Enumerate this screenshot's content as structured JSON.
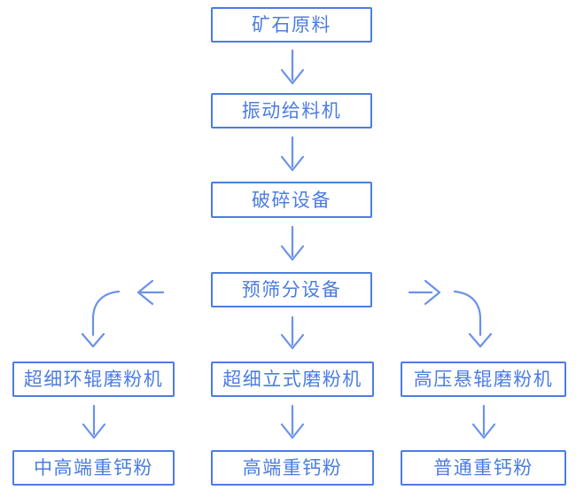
{
  "diagram": {
    "type": "flowchart",
    "nodes": {
      "ore": {
        "label": "矿石原料"
      },
      "feeder": {
        "label": "振动给料机"
      },
      "crusher": {
        "label": "破碎设备"
      },
      "screen": {
        "label": "预筛分设备"
      },
      "mill_left": {
        "label": "超细环辊磨粉机"
      },
      "mill_center": {
        "label": "超细立式磨粉机"
      },
      "mill_right": {
        "label": "高压悬辊磨粉机"
      },
      "powder_left": {
        "label": "中高端重钙粉"
      },
      "powder_center": {
        "label": "高端重钙粉"
      },
      "powder_right": {
        "label": "普通重钙粉"
      }
    },
    "edges": [
      {
        "from": "ore",
        "to": "feeder"
      },
      {
        "from": "feeder",
        "to": "crusher"
      },
      {
        "from": "crusher",
        "to": "screen"
      },
      {
        "from": "screen",
        "to": "mill_left"
      },
      {
        "from": "screen",
        "to": "mill_center"
      },
      {
        "from": "screen",
        "to": "mill_right"
      },
      {
        "from": "mill_left",
        "to": "powder_left"
      },
      {
        "from": "mill_center",
        "to": "powder_center"
      },
      {
        "from": "mill_right",
        "to": "powder_right"
      }
    ],
    "colors": {
      "box_border": "#4c7de0",
      "box_text": "#4c7de0",
      "arrow": "#6b92e8",
      "background": "#ffffff"
    }
  }
}
